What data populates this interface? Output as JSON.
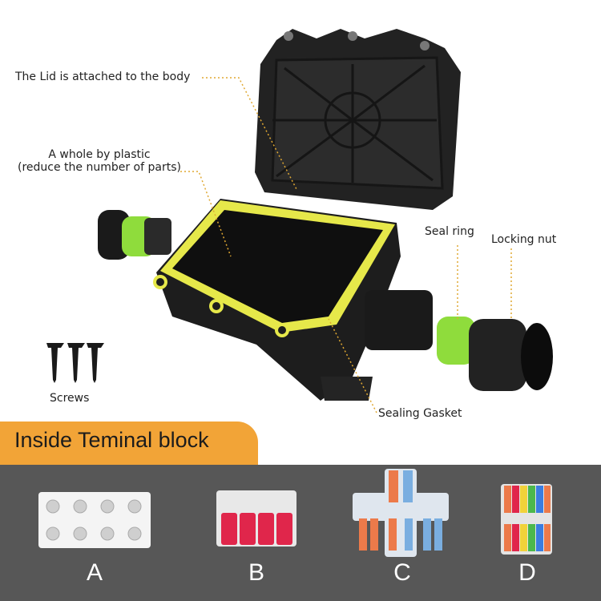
{
  "callouts": {
    "lid": "The Lid is attached to the body",
    "plastic_line1": "A whole by plastic",
    "plastic_line2": "(reduce the number of parts)",
    "seal_ring": "Seal ring",
    "locking_nut": "Locking nut",
    "screws": "Screws",
    "sealing_gasket": "Sealing Gasket"
  },
  "banner": {
    "title": "Inside Teminal block"
  },
  "terminal_blocks": [
    {
      "letter": "A"
    },
    {
      "letter": "B"
    },
    {
      "letter": "C"
    },
    {
      "letter": "D"
    }
  ],
  "colors": {
    "banner": "#f2a437",
    "bottom_panel": "#575757",
    "gasket": "#e6e84a",
    "seal_ring": "#8fdc3c",
    "body": "#1d1d1d",
    "callout_line": "#e0a832"
  }
}
